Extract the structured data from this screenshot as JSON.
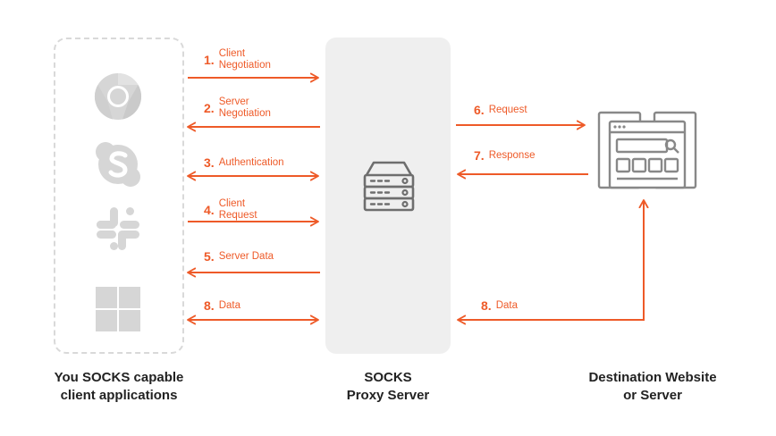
{
  "steps": [
    {
      "num": "1.",
      "lines": [
        "Client",
        "Negotiation"
      ]
    },
    {
      "num": "2.",
      "lines": [
        "Server",
        "Negotiation"
      ]
    },
    {
      "num": "3.",
      "lines": [
        "Authentication"
      ]
    },
    {
      "num": "4.",
      "lines": [
        "Client",
        "Request"
      ]
    },
    {
      "num": "5.",
      "lines": [
        "Server Data"
      ]
    },
    {
      "num": "8.",
      "lines": [
        "Data"
      ]
    },
    {
      "num": "6.",
      "lines": [
        "Request"
      ]
    },
    {
      "num": "7.",
      "lines": [
        "Response"
      ]
    },
    {
      "num": "8.",
      "lines": [
        "Data"
      ]
    }
  ],
  "captions": {
    "client": [
      "You SOCKS capable",
      "client applications"
    ],
    "proxy": [
      "SOCKS",
      "Proxy Server"
    ],
    "destination": [
      "Destination Website",
      "or Server"
    ]
  },
  "icons": [
    "chrome-icon",
    "skype-icon",
    "slack-icon",
    "windows-icon",
    "server-rack-icon",
    "website-icon"
  ],
  "colors": {
    "accent": "#ee5a28",
    "icon_gray": "#d6d6d6",
    "proxy_bg": "#efefef",
    "dest_icon": "#888888"
  }
}
